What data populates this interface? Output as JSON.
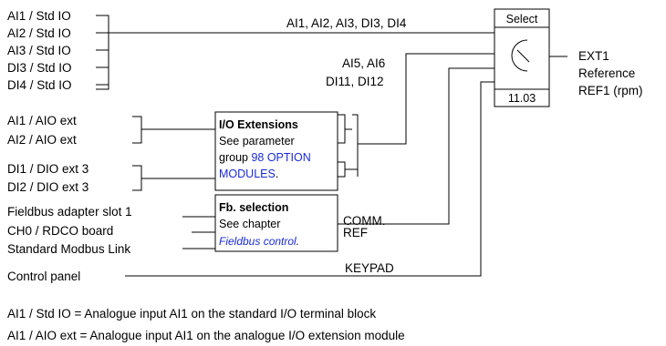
{
  "std_io_inputs": [
    "AI1 / Std IO",
    "AI2 / Std IO",
    "AI3 / Std IO",
    "DI3 / Std IO",
    "DI4 / Std IO"
  ],
  "aio_ext_inputs": [
    "AI1 / AIO ext",
    "AI2 / AIO ext"
  ],
  "dio_ext_inputs": [
    "DI1 / DIO ext 3",
    "DI2 / DIO ext 3"
  ],
  "fieldbus_inputs": [
    "Fieldbus adapter slot 1",
    "CH0 / RDCO board",
    "Standard Modbus Link"
  ],
  "control_panel": "Control panel",
  "labels": {
    "std_io_signals": "AI1, AI2, AI3, DI3, DI4",
    "ext_signals_1": "AI5, AI6",
    "ext_signals_2": "DI11, DI12",
    "comm_ref_1": "COMM.",
    "comm_ref_2": "REF",
    "keypad": "KEYPAD"
  },
  "io_extensions_box": {
    "title": "I/O Extensions",
    "line1": "See parameter",
    "line2_prefix": "group ",
    "line2_link": "98 OPTION",
    "line3_link": "MODULES",
    "line3_suffix": "."
  },
  "fb_selection_box": {
    "title": "Fb. selection",
    "line1": "See chapter",
    "link": "Fieldbus control",
    "link_suffix": "."
  },
  "selector": {
    "title": "Select",
    "parameter": "11.03"
  },
  "output": [
    "EXT1",
    "Reference",
    "REF1 (rpm)"
  ],
  "footnotes": [
    "AI1 / Std IO = Analogue input AI1 on the standard I/O terminal block",
    "AI1 / AIO ext = Analogue input AI1 on the analogue I/O extension module"
  ]
}
